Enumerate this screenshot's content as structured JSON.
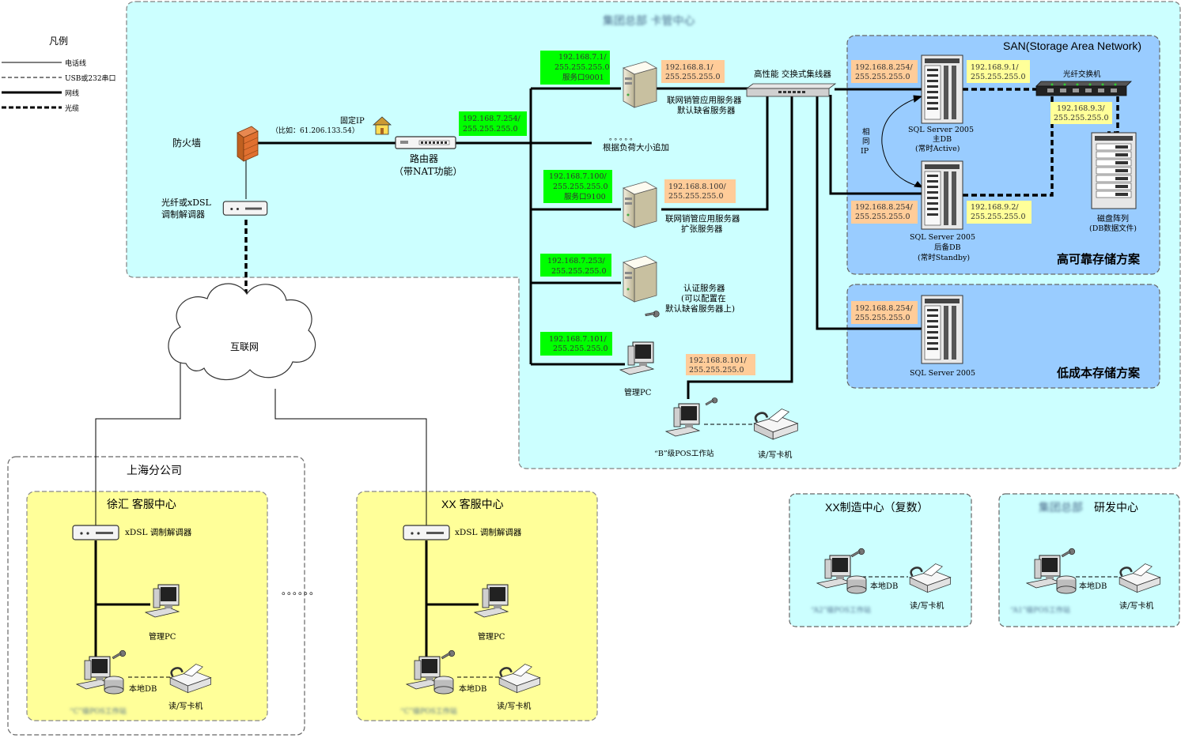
{
  "legend": {
    "title": "凡例",
    "items": [
      {
        "label": "电话线",
        "style": "thin"
      },
      {
        "label": "USB或232串口",
        "style": "dashed"
      },
      {
        "label": "网线",
        "style": "thick"
      },
      {
        "label": "光缆",
        "style": "fiber"
      }
    ]
  },
  "hq": {
    "title": "集团总部 卡管中心"
  },
  "firewall": {
    "label": "防火墙"
  },
  "fixed_ip": {
    "line1": "固定IP",
    "line2": "（比如：61.206.133.54）"
  },
  "modem_hq": {
    "line1": "光纤或xDSL",
    "line2": "调制解调器"
  },
  "router": {
    "line1": "路由器",
    "line2": "（带NAT功能）",
    "ip1": "192.168.7.254/",
    "ip2": "255.255.255.0"
  },
  "internet": {
    "label": "互联网"
  },
  "load_note": {
    "dots": "。。。。。",
    "text": "根据负荷大小追加"
  },
  "app_server1": {
    "ip_green": [
      "192.168.7.1/",
      "255.255.255.0",
      "服务口9001"
    ],
    "ip_orange": [
      "192.168.8.1/",
      "255.255.255.0"
    ],
    "label": [
      "联网销管应用服务器",
      "默认缺省服务器"
    ]
  },
  "app_server2": {
    "ip_green": [
      "192.168.7.100/",
      "255.255.255.0",
      "服务口9100"
    ],
    "ip_orange": [
      "192.168.8.100/",
      "255.255.255.0"
    ],
    "label": [
      "联网销管应用服务器",
      "扩张服务器"
    ]
  },
  "auth_server": {
    "ip_green": [
      "192.168.7.253/",
      "255.255.255.0"
    ],
    "label": [
      "认证服务器",
      "(可以配置在",
      "默认缺省服务器上)"
    ]
  },
  "mgmt_pc_hq": {
    "ip_green": [
      "192.168.7.101/",
      "255.255.255.0"
    ],
    "label": "管理PC"
  },
  "pos_b": {
    "ip_orange": [
      "192.168.8.101/",
      "255.255.255.0"
    ],
    "label": "“B”级POS工作站",
    "reader": "读/写卡机"
  },
  "switch": {
    "label": "高性能 交换式集线器"
  },
  "san": {
    "title": "SAN(Storage Area Network)",
    "scheme": "高可靠存储方案",
    "primary": {
      "ip_orange": [
        "192.168.8.254/",
        "255.255.255.0"
      ],
      "ip_yellow": [
        "192.168.9.1/",
        "255.255.255.0"
      ],
      "label": [
        "SQL  Server  2005",
        "主DB",
        "(常时Active)"
      ]
    },
    "backup": {
      "ip_orange": [
        "192.168.8.254/",
        "255.255.255.0"
      ],
      "ip_yellow": [
        "192.168.9.2/",
        "255.255.255.0"
      ],
      "label": [
        "SQL  Server  2005",
        "后备DB",
        "(常时Standby)"
      ]
    },
    "same_ip": [
      "相",
      "同",
      "IP"
    ],
    "fiber_switch": "光纤交换机",
    "array_ip": [
      "192.168.9.3/",
      "255.255.255.0"
    ],
    "array_label": [
      "磁盘阵列",
      "(DB数据文件)"
    ]
  },
  "low_cost": {
    "scheme": "低成本存储方案",
    "ip_orange": [
      "192.168.8.254/",
      "255.255.255.0"
    ],
    "label": "SQL  Server  2005"
  },
  "shanghai": {
    "title": "上海分公司"
  },
  "xuhui": {
    "title": "徐汇 客服中心",
    "modem": "xDSL 调制解调器",
    "pc": "管理PC",
    "db": "本地DB",
    "pos": "“C”级POS工作站",
    "reader": "读/写卡机"
  },
  "xx_service": {
    "title": "XX 客服中心",
    "modem": "xDSL 调制解调器",
    "pc": "管理PC",
    "db": "本地DB",
    "pos": "“C”级POS工作站",
    "reader": "读/写卡机"
  },
  "ellipsis": "。。。。。。",
  "xx_mfg": {
    "title": "XX制造中心（复数）",
    "db": "本地DB",
    "pos": "“A2”级POS工作站",
    "reader": "读/写卡机"
  },
  "rnd": {
    "title_blur": "集团总部",
    "title": "研发中心",
    "db": "本地DB",
    "pos": "“A1”级POS工作站",
    "reader": "读/写卡机"
  },
  "colors": {
    "cyan_bg": "#ccffff",
    "blue_bg": "#99ccff",
    "yellow_bg": "#ffff99",
    "green_tag": "#00ff00",
    "orange_tag": "#ffcc99",
    "yellow_tag": "#ffff99"
  }
}
